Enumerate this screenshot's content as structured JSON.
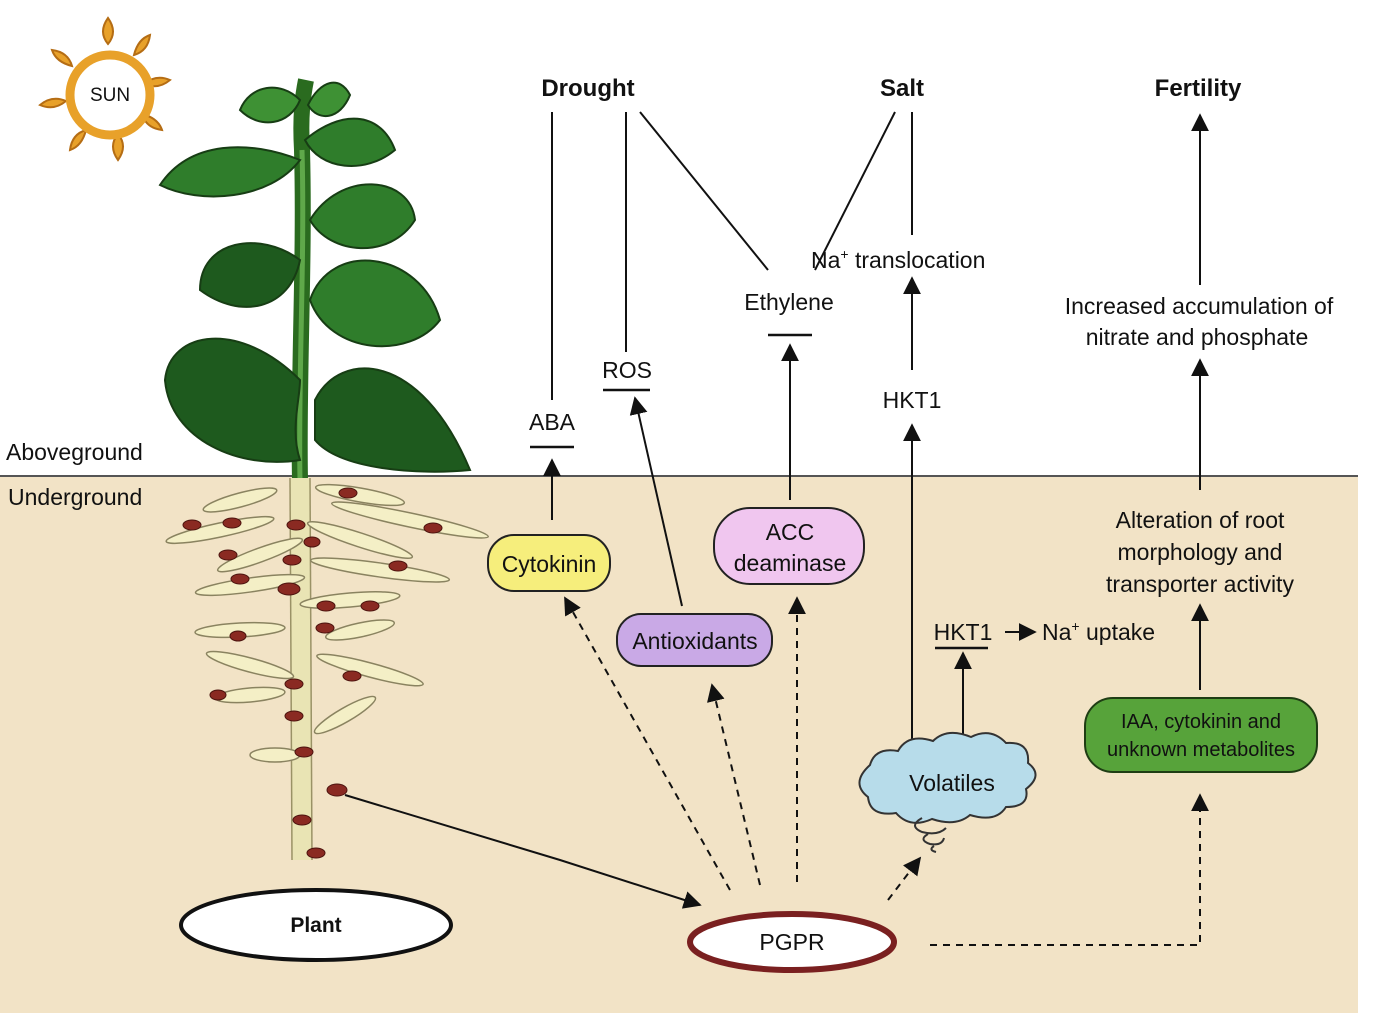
{
  "zones": {
    "above": "Aboveground",
    "below": "Underground"
  },
  "sun": "SUN",
  "stresses": {
    "drought": "Drought",
    "salt": "Salt",
    "fertility": "Fertility"
  },
  "nodes": {
    "na_translocation_pre": "Na",
    "na_translocation_sup": "+",
    "na_translocation_post": " translocation",
    "ethylene": "Ethylene",
    "ros": "ROS",
    "aba": "ABA",
    "hkt1_upper": "HKT1",
    "accum_line1": "Increased accumulation of",
    "accum_line2": "nitrate and phosphate",
    "cytokinin": "Cytokinin",
    "acc_line1": "ACC",
    "acc_line2": "deaminase",
    "antioxidants": "Antioxidants",
    "hkt1_lower": "HKT1",
    "na_uptake_pre": "Na",
    "na_uptake_sup": "+",
    "na_uptake_post": " uptake",
    "root_line1": "Alteration of root",
    "root_line2": "morphology and",
    "root_line3": "transporter activity",
    "iaa_line1": "IAA, cytokinin and",
    "iaa_line2": "unknown metabolites",
    "volatiles": "Volatiles",
    "plant": "Plant",
    "pgpr": "PGPR"
  },
  "colors": {
    "soil": "#f2e3c6",
    "cytokinin": "#f6ee7c",
    "acc": "#f0c6ef",
    "antioxidants": "#c9a9e6",
    "volatiles": "#b7dcea",
    "iaa": "#57a33a",
    "pgpr_ring": "#7a2020",
    "sun": "#e8a12a",
    "leaf": "#2f7d2b",
    "leaf_dark": "#1e5a1e",
    "nodule": "#8a2a22"
  }
}
